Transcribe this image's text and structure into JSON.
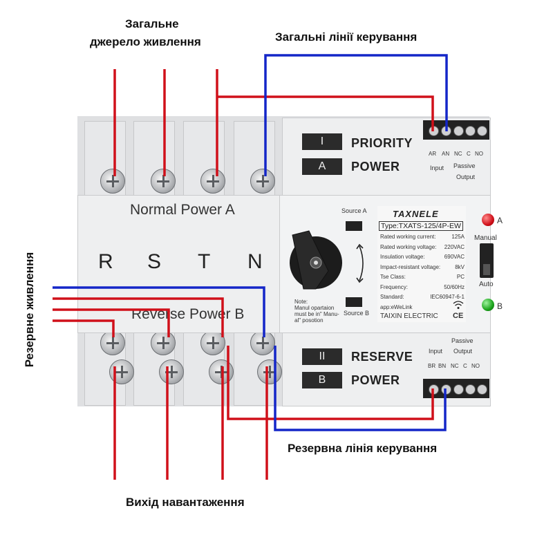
{
  "labels": {
    "normal_source_line1": "Загальне",
    "normal_source_line2": "джерело живлення",
    "common_control": "Загальні лінії керування",
    "reserve_supply": "Резервне живлення",
    "reserve_control": "Резервна лінія керування",
    "load_output": "Вихід навантаження"
  },
  "device": {
    "normal_power": "Normal Power A",
    "reverse_power": "Reverse Power B",
    "phases": [
      "R",
      "S",
      "T",
      "N"
    ],
    "top_panel": {
      "btn1": "I",
      "btn1_text": "PRIORITY",
      "btn2": "A",
      "btn2_text": "POWER",
      "terms": [
        "AR",
        "AN",
        "NC",
        "C",
        "NO"
      ],
      "input": "Input",
      "passive": "Passive",
      "output": "Output"
    },
    "bottom_panel": {
      "btn1": "II",
      "btn1_text": "RESERVE",
      "btn2": "B",
      "btn2_text": "POWER",
      "terms": [
        "BR",
        "BN",
        "NC",
        "C",
        "NO"
      ],
      "input": "Input",
      "passive": "Passive",
      "output": "Output"
    },
    "center": {
      "source_a": "Source A",
      "source_b": "Source B",
      "note1": "Note:",
      "note2": "Manul opartaion",
      "note3": "must be in\" Manu-",
      "note4": "al\"  posotion",
      "brand": "TAXNELE",
      "type": "Type:TXATS-125/4P-EW",
      "specs": [
        {
          "k": "Rated working current:",
          "v": "125A"
        },
        {
          "k": "Rated working voltage:",
          "v": "220VAC"
        },
        {
          "k": "Insulation voltage:",
          "v": "690VAC"
        },
        {
          "k": "Impact-resistant voltage:",
          "v": "8kV"
        },
        {
          "k": "Tse Class:",
          "v": "PC"
        },
        {
          "k": "Frequency:",
          "v": "50/60Hz"
        },
        {
          "k": "Standard:",
          "v": "IEC60947-6-1"
        },
        {
          "k": "app:eWeLink",
          "v": ""
        }
      ],
      "maker": "TAIXIN ELECTRIC",
      "ce": "CE",
      "led_a": "A",
      "led_b": "B",
      "manual": "Manual",
      "auto": "Auto"
    }
  },
  "colors": {
    "phase_wire": "#d0101a",
    "neutral_wire": "#1426c8"
  }
}
